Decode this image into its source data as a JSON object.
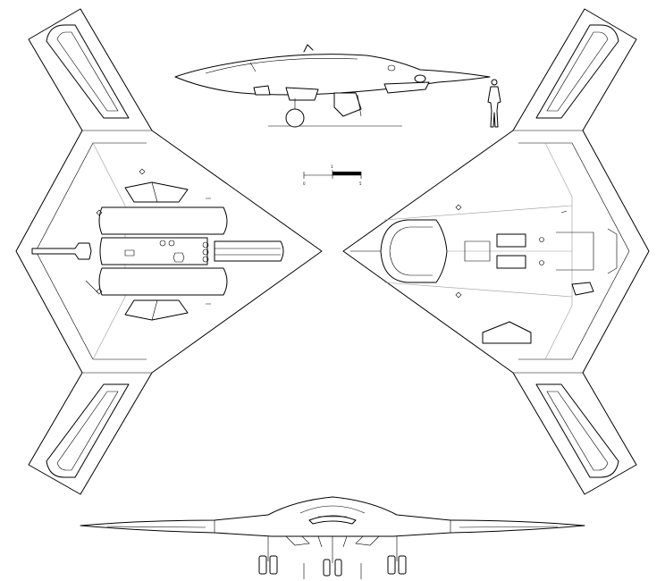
{
  "diagram": {
    "views": [
      "top-view",
      "bottom-view",
      "side-view",
      "front-view"
    ],
    "scale_bar": {
      "ticks": [
        "0",
        "1",
        "5"
      ],
      "segments": 4
    },
    "colors": {
      "line": "#000000",
      "background": "#ffffff",
      "construction_line": "#9a9a9a"
    },
    "human_figure_icon": "human-silhouette-icon"
  }
}
